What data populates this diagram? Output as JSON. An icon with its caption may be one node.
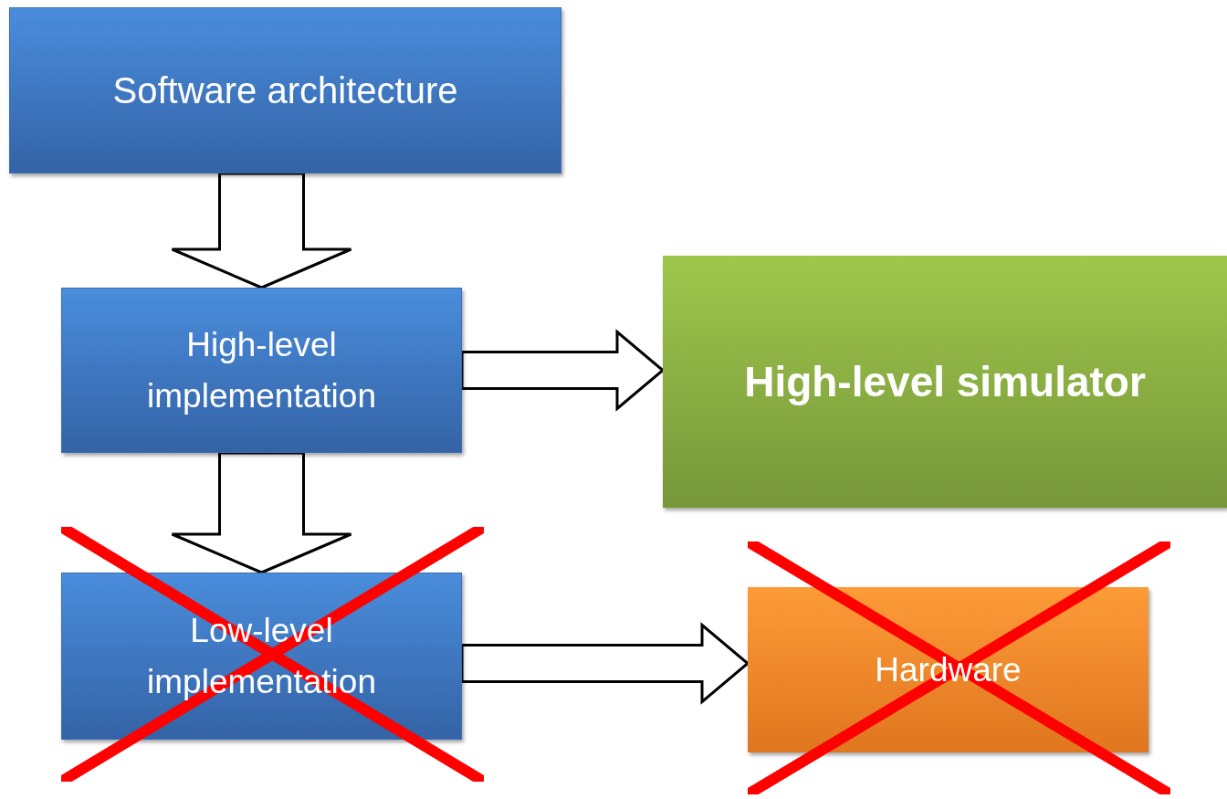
{
  "diagram": {
    "nodes": [
      {
        "text": [
          "Software architecture"
        ]
      },
      {
        "text": [
          "High-level implementation"
        ]
      },
      {
        "text": [
          "High-level simulator"
        ]
      },
      {
        "text": [
          "Low-level implementation"
        ]
      },
      {
        "text": [
          "Hardware"
        ]
      }
    ],
    "edges": [
      {
        "from": 0,
        "to": 1,
        "arrow": "to"
      },
      {
        "from": 1,
        "to": 2,
        "arrow": "to"
      },
      {
        "from": 1,
        "to": 3,
        "arrow": "to"
      },
      {
        "from": 3,
        "to": 4,
        "arrow": "to"
      }
    ]
  }
}
